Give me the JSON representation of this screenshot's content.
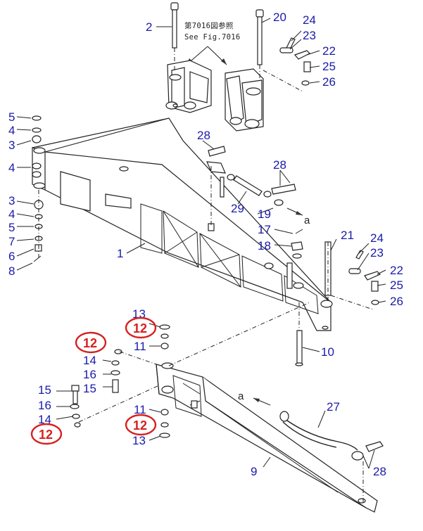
{
  "note": {
    "line1": "第7016図参照",
    "line2": "See Fig.7016"
  },
  "direction_letter": "a",
  "highlight_color": "#d62020",
  "label_color": "#1a1aa8",
  "callouts": {
    "c2": "2",
    "c20": "20",
    "c24a": "24",
    "c23a": "23",
    "c22a": "22",
    "c25a": "25",
    "c26a": "26",
    "c5a": "5",
    "c4a": "4",
    "c3a": "3",
    "c4b": "4",
    "c3b": "3",
    "c4c": "4",
    "c5b": "5",
    "c7": "7",
    "c6": "6",
    "c8": "8",
    "c1": "1",
    "c28a": "28",
    "c28b": "28",
    "c29": "29",
    "c19": "19",
    "c17": "17",
    "c18": "18",
    "c21": "21",
    "c24b": "24",
    "c23b": "23",
    "c22b": "22",
    "c25b": "25",
    "c26b": "26",
    "c13a": "13",
    "c11a": "11",
    "c14a": "14",
    "c16a": "16",
    "c15a": "15",
    "c15b": "15",
    "c16b": "16",
    "c14b": "14",
    "c11b": "11",
    "c13b": "13",
    "c10": "10",
    "c27": "27",
    "c9": "9",
    "c28c": "28"
  },
  "highlighted_callouts": {
    "h1": "12",
    "h2": "12",
    "h3": "12",
    "h4": "12"
  }
}
